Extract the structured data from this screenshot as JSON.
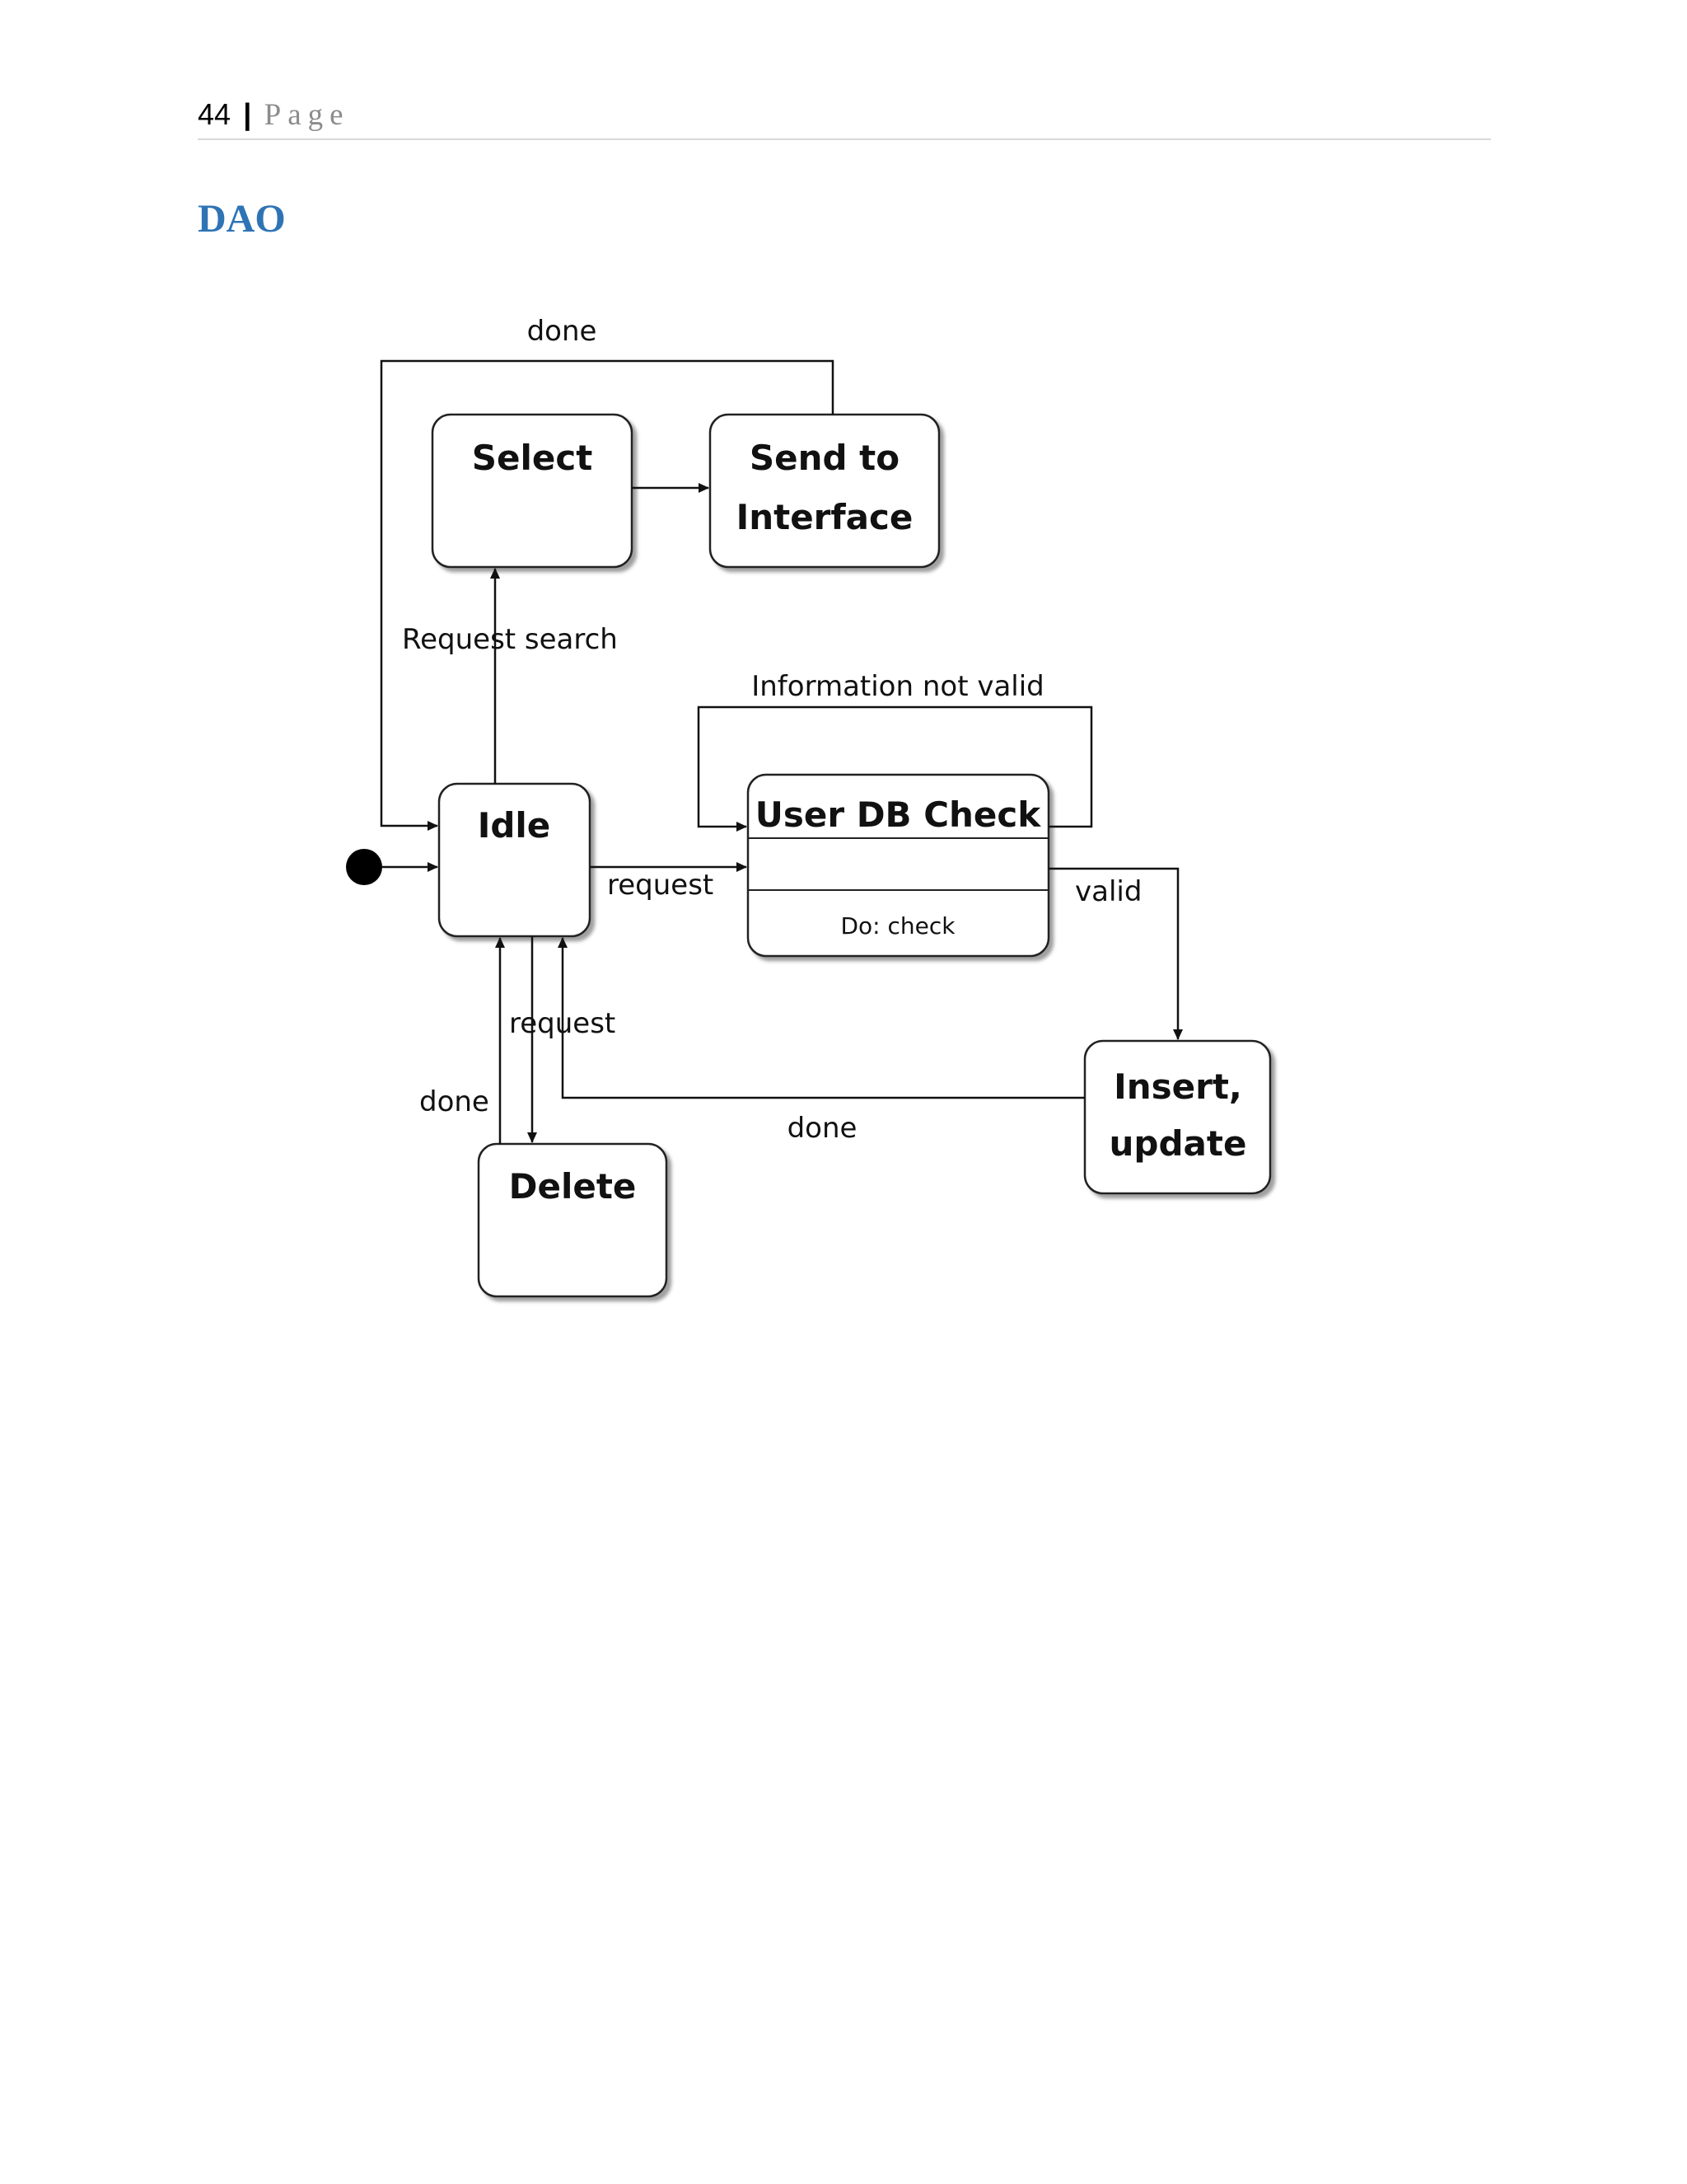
{
  "header": {
    "page_number": "44",
    "separator": "|",
    "page_word": "Page"
  },
  "section_title": "DAO",
  "diagram": {
    "states": {
      "select": "Select",
      "send_to_interface_line1": "Send to",
      "send_to_interface_line2": "Interface",
      "idle": "Idle",
      "user_db_check": "User DB Check",
      "user_db_check_activity": "Do: check",
      "insert_update_line1": "Insert,",
      "insert_update_line2": "update",
      "delete": "Delete"
    },
    "transitions": {
      "send_to_idle_done": "done",
      "idle_to_select": "Request search",
      "check_self_loop": "Information not valid",
      "idle_to_check": "request",
      "check_to_insert": "valid",
      "idle_to_delete": "request",
      "delete_to_idle": "done",
      "insert_to_idle": "done"
    }
  }
}
